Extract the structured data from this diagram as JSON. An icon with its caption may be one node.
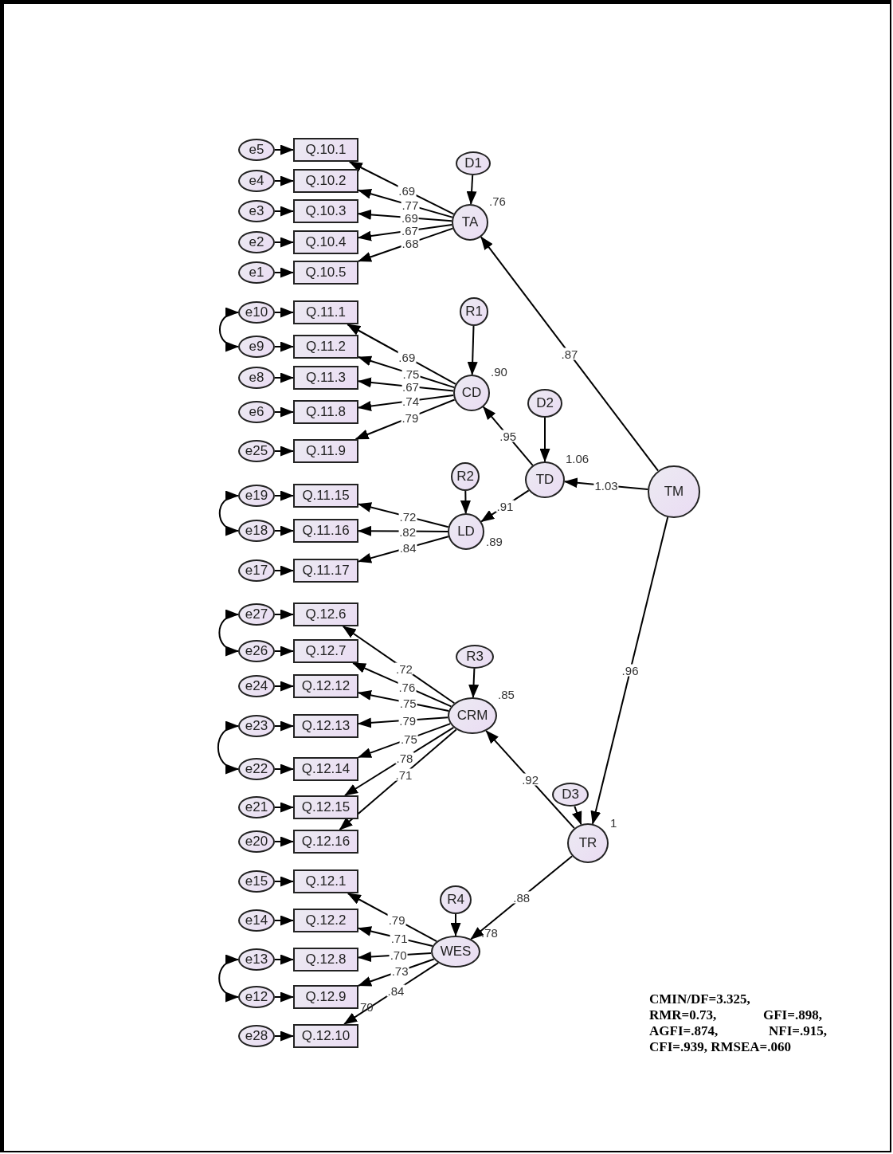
{
  "diagram": {
    "nodes": [
      {
        "text": [
          "e5"
        ]
      },
      {
        "text": [
          "Q.10.1"
        ]
      },
      {
        "text": [
          "e4"
        ]
      },
      {
        "text": [
          "Q.10.2"
        ]
      },
      {
        "text": [
          "e3"
        ]
      },
      {
        "text": [
          "Q.10.3"
        ]
      },
      {
        "text": [
          "e2"
        ]
      },
      {
        "text": [
          "Q.10.4"
        ]
      },
      {
        "text": [
          "e1"
        ]
      },
      {
        "text": [
          "Q.10.5"
        ]
      },
      {
        "text": [
          "D1"
        ]
      },
      {
        "text": [
          "TA"
        ],
        "beside": [
          ".76"
        ]
      },
      {
        "text": [
          "e10"
        ]
      },
      {
        "text": [
          "Q.11.1"
        ]
      },
      {
        "text": [
          "e9"
        ]
      },
      {
        "text": [
          "Q.11.2"
        ]
      },
      {
        "text": [
          "e8"
        ]
      },
      {
        "text": [
          "Q.11.3"
        ]
      },
      {
        "text": [
          "e6"
        ]
      },
      {
        "text": [
          "Q.11.8"
        ]
      },
      {
        "text": [
          "e25"
        ]
      },
      {
        "text": [
          "Q.11.9"
        ]
      },
      {
        "text": [
          "R1"
        ]
      },
      {
        "text": [
          "CD"
        ],
        "beside": [
          ".90"
        ]
      },
      {
        "text": [
          "D2"
        ]
      },
      {
        "text": [
          "TD"
        ],
        "beside": [
          "1.06"
        ]
      },
      {
        "text": [
          "e19"
        ]
      },
      {
        "text": [
          "Q.11.15"
        ]
      },
      {
        "text": [
          "e18"
        ]
      },
      {
        "text": [
          "Q.11.16"
        ]
      },
      {
        "text": [
          "e17"
        ]
      },
      {
        "text": [
          "Q.11.17"
        ]
      },
      {
        "text": [
          "R2"
        ]
      },
      {
        "text": [
          "LD"
        ],
        "beside": [
          ".89"
        ]
      },
      {
        "text": [
          "TM"
        ]
      },
      {
        "text": [
          "e27"
        ]
      },
      {
        "text": [
          "Q.12.6"
        ]
      },
      {
        "text": [
          "e26"
        ]
      },
      {
        "text": [
          "Q.12.7"
        ]
      },
      {
        "text": [
          "e24"
        ]
      },
      {
        "text": [
          "Q.12.12"
        ]
      },
      {
        "text": [
          "e23"
        ]
      },
      {
        "text": [
          "Q.12.13"
        ]
      },
      {
        "text": [
          "e22"
        ]
      },
      {
        "text": [
          "Q.12.14"
        ]
      },
      {
        "text": [
          "e21"
        ]
      },
      {
        "text": [
          "Q.12.15"
        ]
      },
      {
        "text": [
          "e20"
        ]
      },
      {
        "text": [
          "Q.12.16"
        ]
      },
      {
        "text": [
          "R3"
        ]
      },
      {
        "text": [
          "CRM"
        ],
        "beside": [
          ".85"
        ]
      },
      {
        "text": [
          "D3"
        ]
      },
      {
        "text": [
          "TR"
        ],
        "beside": [
          "1"
        ]
      },
      {
        "text": [
          "e15"
        ]
      },
      {
        "text": [
          "Q.12.1"
        ]
      },
      {
        "text": [
          "e14"
        ]
      },
      {
        "text": [
          "Q.12.2"
        ]
      },
      {
        "text": [
          "e13"
        ]
      },
      {
        "text": [
          "Q.12.8"
        ]
      },
      {
        "text": [
          "e12"
        ]
      },
      {
        "text": [
          "Q.12.9"
        ]
      },
      {
        "text": [
          "e28"
        ]
      },
      {
        "text": [
          "Q.12.10"
        ]
      },
      {
        "text": [
          "R4"
        ]
      },
      {
        "text": [
          "WES"
        ],
        "beside": [
          ".78"
        ]
      }
    ],
    "edges": [
      {
        "from": 0,
        "to": 1,
        "arrow": "to"
      },
      {
        "from": 2,
        "to": 3,
        "arrow": "to"
      },
      {
        "from": 4,
        "to": 5,
        "arrow": "to"
      },
      {
        "from": 6,
        "to": 7,
        "arrow": "to"
      },
      {
        "from": 8,
        "to": 9,
        "arrow": "to"
      },
      {
        "from": 11,
        "to": 1,
        "arrow": "to",
        "label": ".69"
      },
      {
        "from": 11,
        "to": 3,
        "arrow": "to",
        "label": ".77"
      },
      {
        "from": 11,
        "to": 5,
        "arrow": "to",
        "label": ".69"
      },
      {
        "from": 11,
        "to": 7,
        "arrow": "to",
        "label": ".67"
      },
      {
        "from": 11,
        "to": 9,
        "arrow": "to",
        "label": ".68"
      },
      {
        "from": 10,
        "to": 11,
        "arrow": "to"
      },
      {
        "from": 12,
        "to": 13,
        "arrow": "to"
      },
      {
        "from": 14,
        "to": 15,
        "arrow": "to"
      },
      {
        "from": 16,
        "to": 17,
        "arrow": "to"
      },
      {
        "from": 18,
        "to": 19,
        "arrow": "to"
      },
      {
        "from": 20,
        "to": 21,
        "arrow": "to"
      },
      {
        "from": 12,
        "to": 14,
        "arrow": "both"
      },
      {
        "from": 23,
        "to": 13,
        "arrow": "to",
        "label": ".69"
      },
      {
        "from": 23,
        "to": 15,
        "arrow": "to",
        "label": ".75"
      },
      {
        "from": 23,
        "to": 17,
        "arrow": "to",
        "label": ".67"
      },
      {
        "from": 23,
        "to": 19,
        "arrow": "to",
        "label": ".74"
      },
      {
        "from": 23,
        "to": 21,
        "arrow": "to",
        "label": ".79"
      },
      {
        "from": 22,
        "to": 23,
        "arrow": "to"
      },
      {
        "from": 24,
        "to": 25,
        "arrow": "to"
      },
      {
        "from": 25,
        "to": 23,
        "arrow": "to",
        "label": ".95"
      },
      {
        "from": 26,
        "to": 27,
        "arrow": "to"
      },
      {
        "from": 28,
        "to": 29,
        "arrow": "to"
      },
      {
        "from": 30,
        "to": 31,
        "arrow": "to"
      },
      {
        "from": 26,
        "to": 28,
        "arrow": "both"
      },
      {
        "from": 33,
        "to": 27,
        "arrow": "to",
        "label": ".72"
      },
      {
        "from": 33,
        "to": 29,
        "arrow": "to",
        "label": ".82"
      },
      {
        "from": 33,
        "to": 31,
        "arrow": "to",
        "label": ".84"
      },
      {
        "from": 32,
        "to": 33,
        "arrow": "to"
      },
      {
        "from": 25,
        "to": 33,
        "arrow": "to",
        "label": ".91"
      },
      {
        "from": 34,
        "to": 11,
        "arrow": "to",
        "label": ".87"
      },
      {
        "from": 34,
        "to": 25,
        "arrow": "to",
        "label": "1.03"
      },
      {
        "from": 34,
        "to": 52,
        "arrow": "to",
        "label": ".96"
      },
      {
        "from": 35,
        "to": 36,
        "arrow": "to"
      },
      {
        "from": 37,
        "to": 38,
        "arrow": "to"
      },
      {
        "from": 39,
        "to": 40,
        "arrow": "to"
      },
      {
        "from": 41,
        "to": 42,
        "arrow": "to"
      },
      {
        "from": 43,
        "to": 44,
        "arrow": "to"
      },
      {
        "from": 45,
        "to": 46,
        "arrow": "to"
      },
      {
        "from": 47,
        "to": 48,
        "arrow": "to"
      },
      {
        "from": 35,
        "to": 37,
        "arrow": "both"
      },
      {
        "from": 41,
        "to": 43,
        "arrow": "both"
      },
      {
        "from": 50,
        "to": 36,
        "arrow": "to",
        "label": ".72"
      },
      {
        "from": 50,
        "to": 38,
        "arrow": "to",
        "label": ".76"
      },
      {
        "from": 50,
        "to": 40,
        "arrow": "to",
        "label": ".75"
      },
      {
        "from": 50,
        "to": 42,
        "arrow": "to",
        "label": ".79"
      },
      {
        "from": 50,
        "to": 44,
        "arrow": "to",
        "label": ".75"
      },
      {
        "from": 50,
        "to": 46,
        "arrow": "to",
        "label": ".78"
      },
      {
        "from": 50,
        "to": 48,
        "arrow": "to",
        "label": ".71"
      },
      {
        "from": 49,
        "to": 50,
        "arrow": "to"
      },
      {
        "from": 51,
        "to": 52,
        "arrow": "to"
      },
      {
        "from": 52,
        "to": 50,
        "arrow": "to",
        "label": ".92"
      },
      {
        "from": 53,
        "to": 54,
        "arrow": "to"
      },
      {
        "from": 55,
        "to": 56,
        "arrow": "to"
      },
      {
        "from": 57,
        "to": 58,
        "arrow": "to"
      },
      {
        "from": 59,
        "to": 60,
        "arrow": "to"
      },
      {
        "from": 61,
        "to": 62,
        "arrow": "to"
      },
      {
        "from": 57,
        "to": 59,
        "arrow": "both"
      },
      {
        "from": 64,
        "to": 54,
        "arrow": "to",
        "label": ".79"
      },
      {
        "from": 64,
        "to": 56,
        "arrow": "to",
        "label": ".71"
      },
      {
        "from": 64,
        "to": 58,
        "arrow": "to",
        "label": ".70"
      },
      {
        "from": 64,
        "to": 60,
        "arrow": "to",
        "label": ".73"
      },
      {
        "from": 64,
        "to": 62,
        "arrow": "to",
        "label": ".84"
      },
      {
        "from": 63,
        "to": 64,
        "arrow": "to"
      },
      {
        "from": 52,
        "to": 64,
        "arrow": "to",
        "label": ".88"
      }
    ],
    "labels": [
      "70",
      "CMIN/DF=3.325,",
      "RMR=0.73,",
      "GFI=.898,",
      "AGFI=.874,",
      "NFI=.915,",
      "CFI=.939, RMSEA=.060"
    ]
  }
}
